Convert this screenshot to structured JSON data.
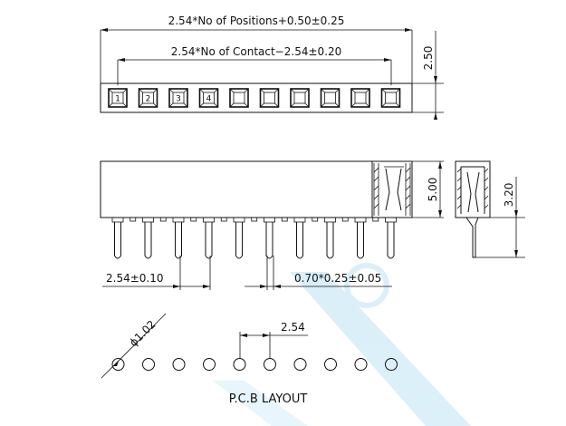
{
  "dimensions": {
    "overall_length": "2.54*No  of  Positions+0.50±0.25",
    "contact_span": "2.54*No  of  Contact−2.54±0.20",
    "top_height": "2.50",
    "body_height": "5.00",
    "side_height": "3.20",
    "pitch": "2.54±0.10",
    "pin_size": "0.70*0.25±0.05",
    "pcb_hole_diameter": "ϕ1.02",
    "pcb_pitch": "2.54"
  },
  "position_labels": [
    "1",
    "2",
    "3",
    "4"
  ],
  "pcb_label": "P.C.B  LAYOUT",
  "watermark_color": "#bfe3f5"
}
